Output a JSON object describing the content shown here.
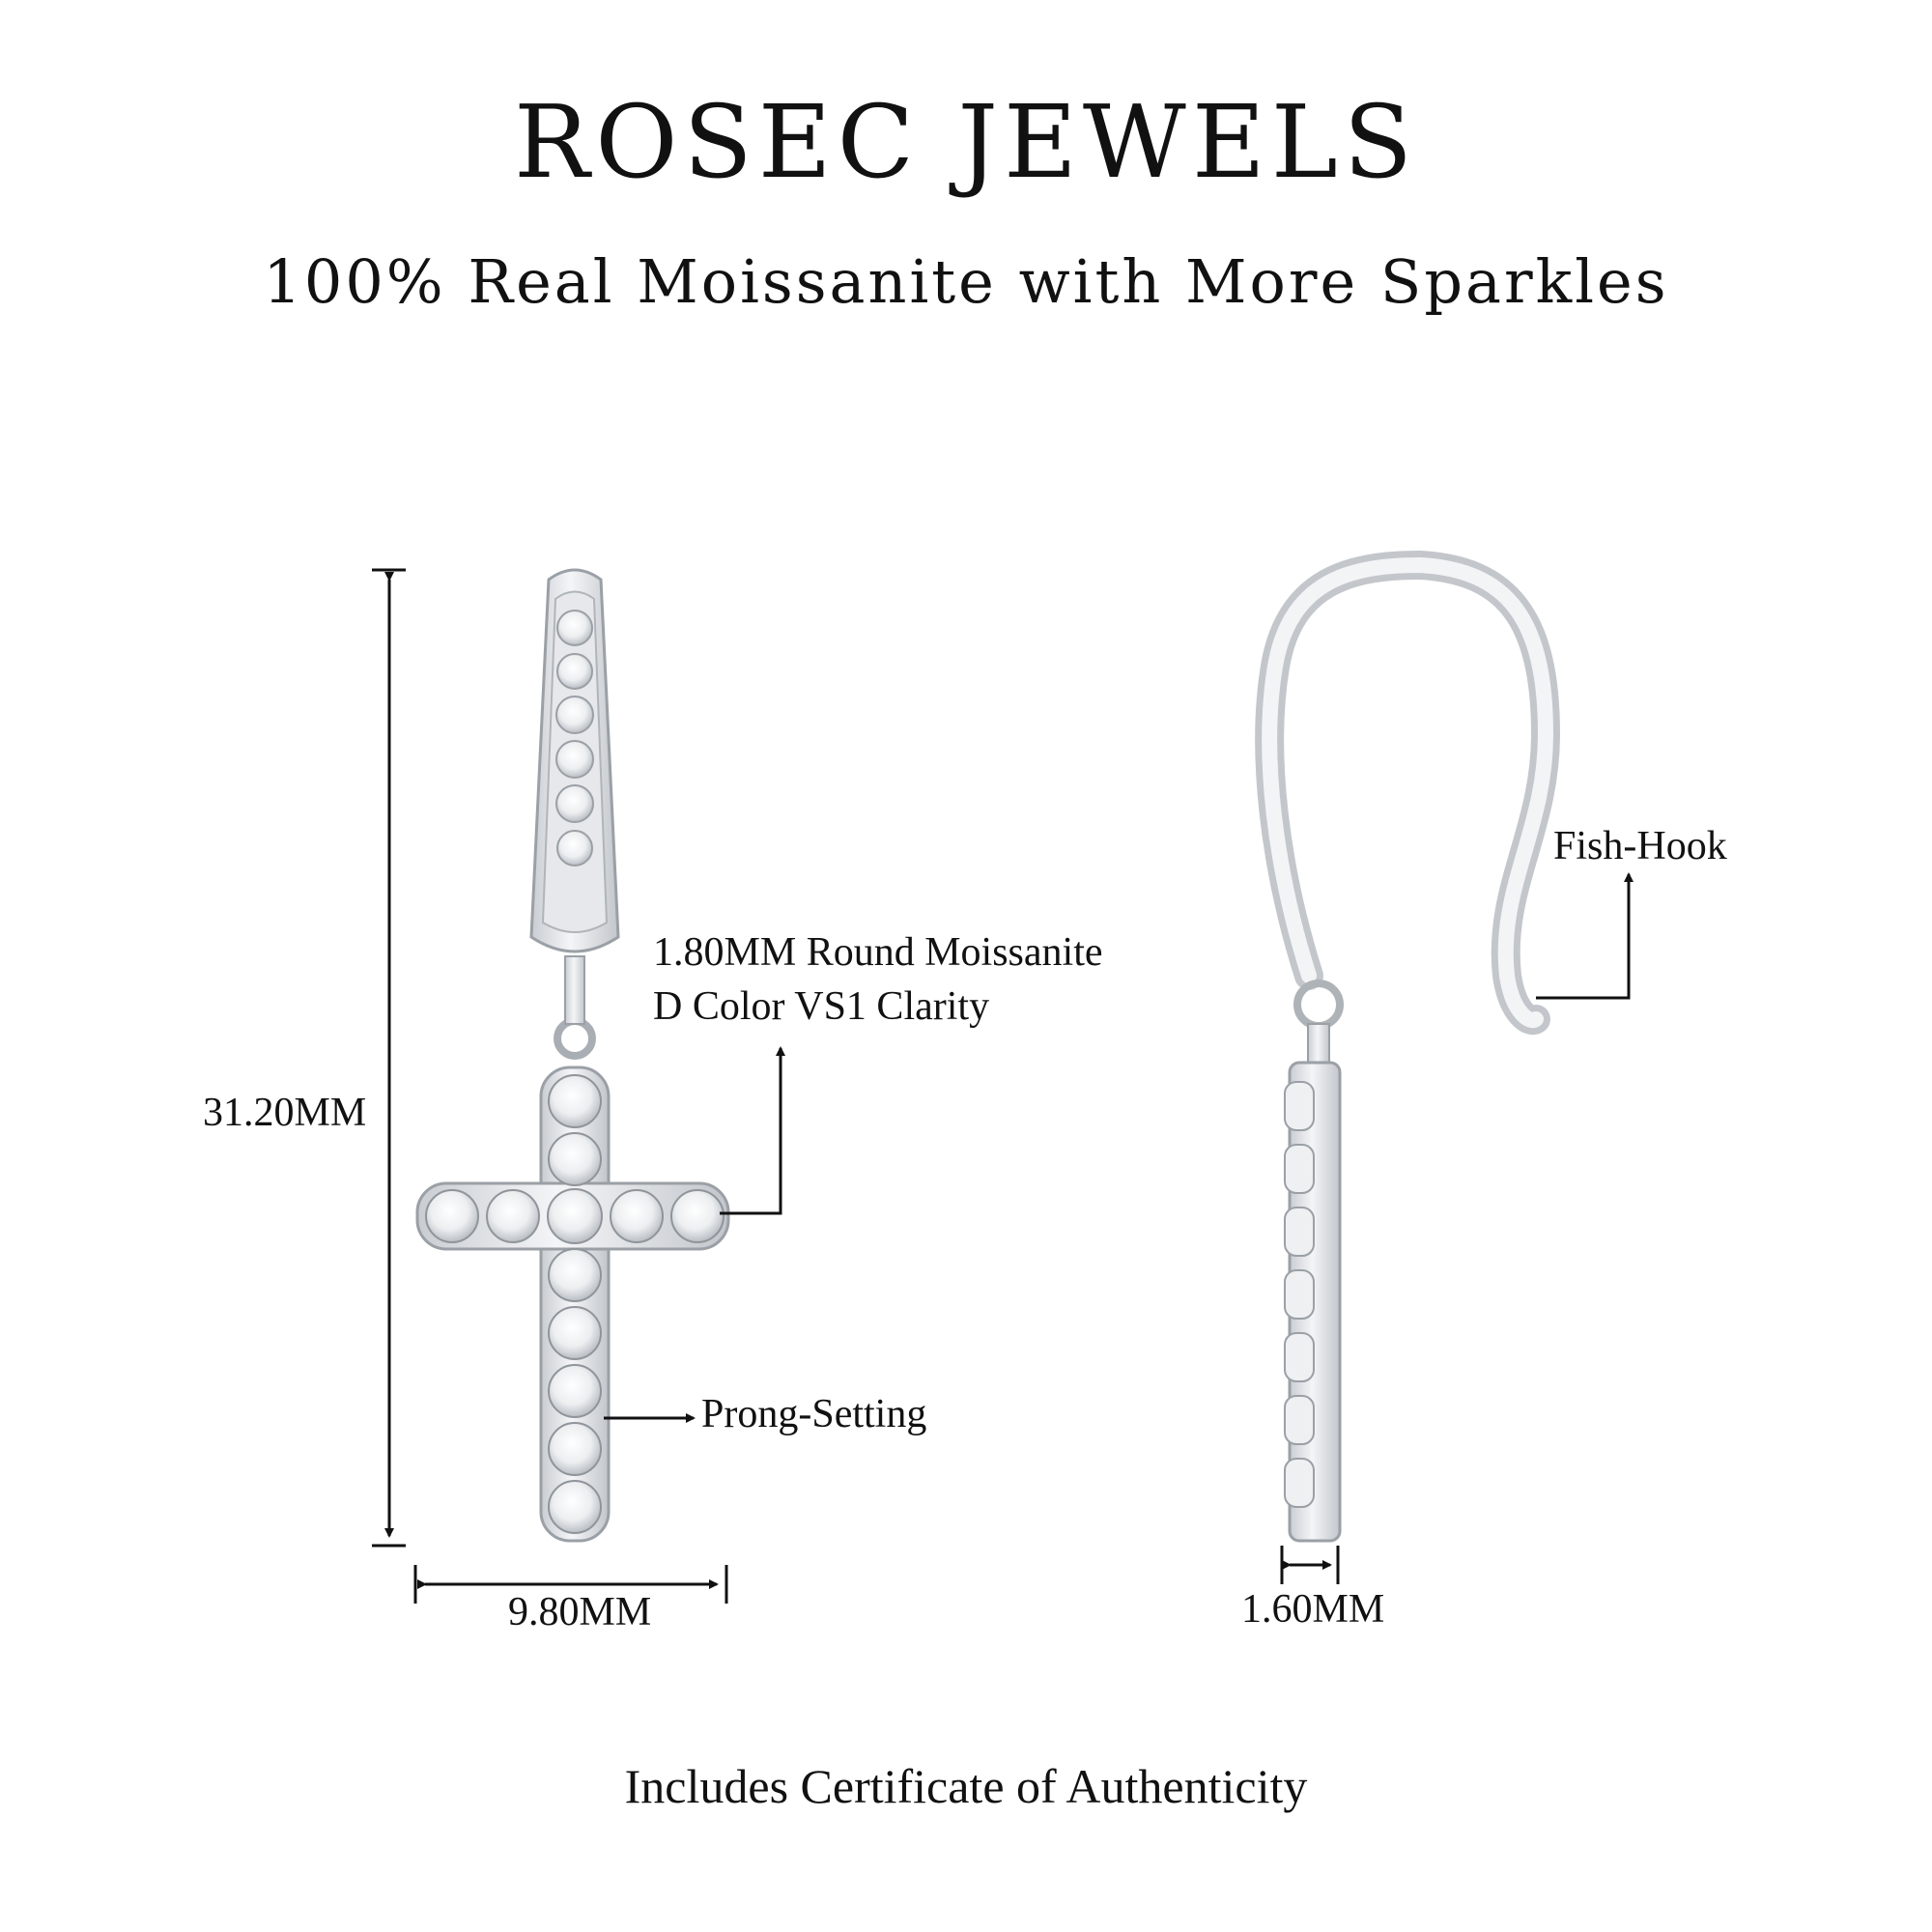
{
  "header": {
    "brand": "ROSEC JEWELS",
    "tagline": "100% Real Moissanite with More Sparkles"
  },
  "annotations": {
    "height": "31.20MM",
    "width": "9.80MM",
    "stone_line1": "1.80MM Round Moissanite",
    "stone_line2": "D Color VS1 Clarity",
    "setting": "Prong-Setting",
    "hook": "Fish-Hook",
    "side_width": "1.60MM"
  },
  "footer": {
    "certificate": "Includes Certificate of Authenticity"
  },
  "colors": {
    "metal": "#e9ebee",
    "metal_edge": "#9aa0a6",
    "stone": "#f6f7f8",
    "ink": "#111111"
  }
}
